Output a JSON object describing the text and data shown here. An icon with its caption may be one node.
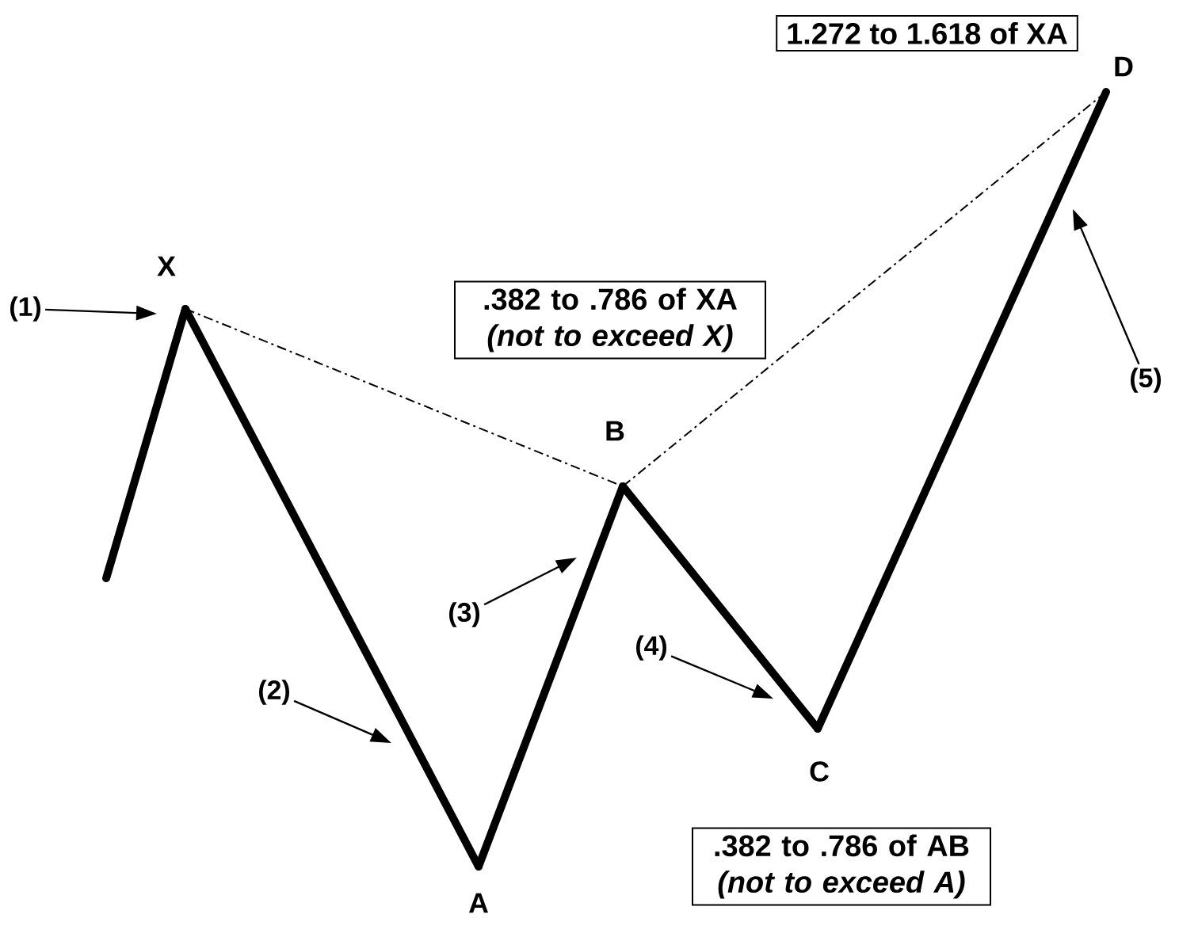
{
  "diagram": {
    "nodes": [
      {
        "text": [
          "1.272 to 1.618 of XA"
        ]
      },
      {
        "text": [
          "D"
        ]
      },
      {
        "text": [
          "X"
        ]
      },
      {
        "text": [
          ".382 to .786 of XA *(not to exceed X)*"
        ]
      },
      {
        "text": [
          "(1)"
        ]
      },
      {
        "text": [
          "(5)"
        ]
      },
      {
        "text": [
          "B"
        ]
      },
      {
        "text": [
          "(3)"
        ]
      },
      {
        "text": [
          "(4)"
        ]
      },
      {
        "text": [
          "(2)"
        ]
      },
      {
        "text": [
          "C"
        ]
      },
      {
        "text": [
          ".382 to .786 of AB *(not to exceed A)*"
        ]
      },
      {
        "text": [
          "A"
        ]
      }
    ],
    "edges": [
      {
        "from": null,
        "to": 2,
        "arrow": "none",
        "style": "thick"
      },
      {
        "from": 2,
        "to": 12,
        "arrow": "none",
        "style": "thick"
      },
      {
        "from": 12,
        "to": 6,
        "arrow": "none",
        "style": "thick"
      },
      {
        "from": 6,
        "to": 10,
        "arrow": "none",
        "style": "thick"
      },
      {
        "from": 10,
        "to": 1,
        "arrow": "none",
        "style": "thick"
      },
      {
        "from": 2,
        "to": 6,
        "arrow": "none",
        "style": "dashed"
      },
      {
        "from": 6,
        "to": 1,
        "arrow": "none",
        "style": "dashed"
      },
      {
        "from": 4,
        "to": 2,
        "arrow": "to"
      },
      {
        "from": 9,
        "to": null,
        "arrow": "to"
      },
      {
        "from": 7,
        "to": null,
        "arrow": "to"
      },
      {
        "from": 8,
        "to": null,
        "arrow": "to"
      },
      {
        "from": 5,
        "to": null,
        "arrow": "to"
      }
    ]
  }
}
